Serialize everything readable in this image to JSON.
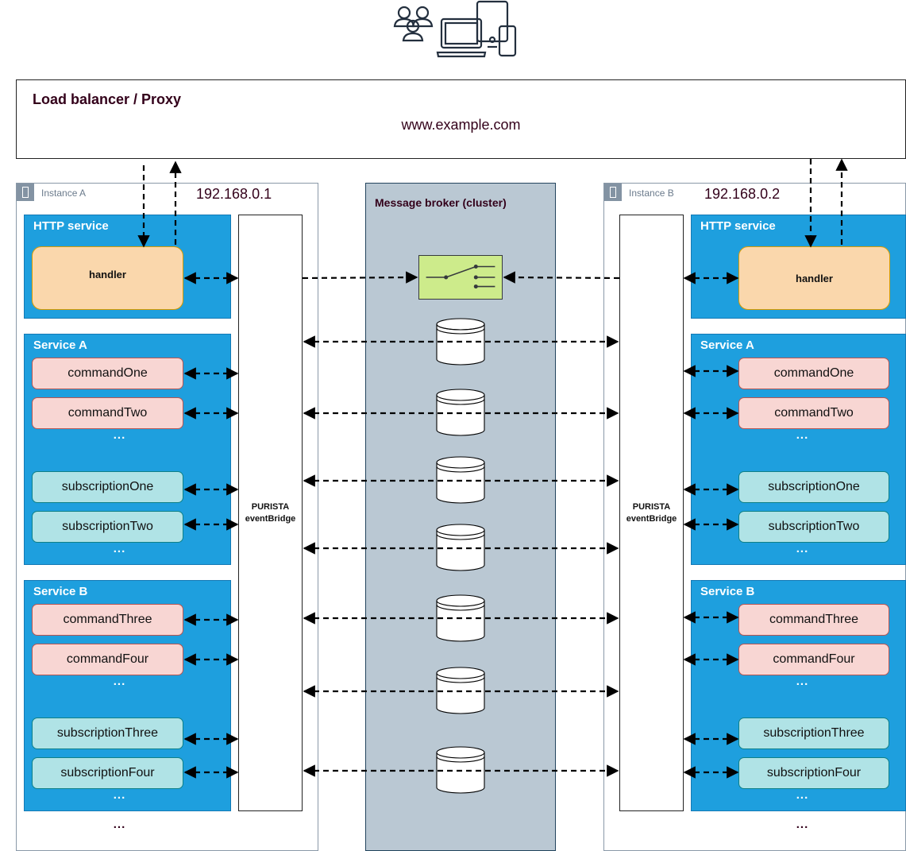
{
  "load_balancer": {
    "title": "Load balancer / Proxy",
    "url": "www.example.com"
  },
  "clients": {
    "icon": "users-devices-icon"
  },
  "broker": {
    "title": "Message broker (cluster)",
    "switch_icon": "switch-icon",
    "queue_icon": "database-icon"
  },
  "instances": [
    {
      "label": "Instance A",
      "ip": "192.168.0.1",
      "bridge": {
        "line1": "PURISTA",
        "line2": "eventBridge"
      },
      "http_service": {
        "title": "HTTP service",
        "handler": "handler"
      },
      "services": [
        {
          "title": "Service A",
          "commands": [
            "commandOne",
            "commandTwo"
          ],
          "subscriptions": [
            "subscriptionOne",
            "subscriptionTwo"
          ]
        },
        {
          "title": "Service B",
          "commands": [
            "commandThree",
            "commandFour"
          ],
          "subscriptions": [
            "subscriptionThree",
            "subscriptionFour"
          ]
        }
      ]
    },
    {
      "label": "Instance B",
      "ip": "192.168.0.2",
      "bridge": {
        "line1": "PURISTA",
        "line2": "eventBridge"
      },
      "http_service": {
        "title": "HTTP service",
        "handler": "handler"
      },
      "services": [
        {
          "title": "Service A",
          "commands": [
            "commandOne",
            "commandTwo"
          ],
          "subscriptions": [
            "subscriptionOne",
            "subscriptionTwo"
          ]
        },
        {
          "title": "Service B",
          "commands": [
            "commandThree",
            "commandFour"
          ],
          "subscriptions": [
            "subscriptionThree",
            "subscriptionFour"
          ]
        }
      ]
    }
  ],
  "ellipsis": "...",
  "colors": {
    "service_fill": "#1e9fde",
    "command_fill": "#f8d6d3",
    "subscription_fill": "#b0e3e6",
    "handler_fill": "#fad7ac",
    "broker_fill": "#bac8d3",
    "switch_fill": "#cdeb8b",
    "title_text": "#33001a"
  }
}
